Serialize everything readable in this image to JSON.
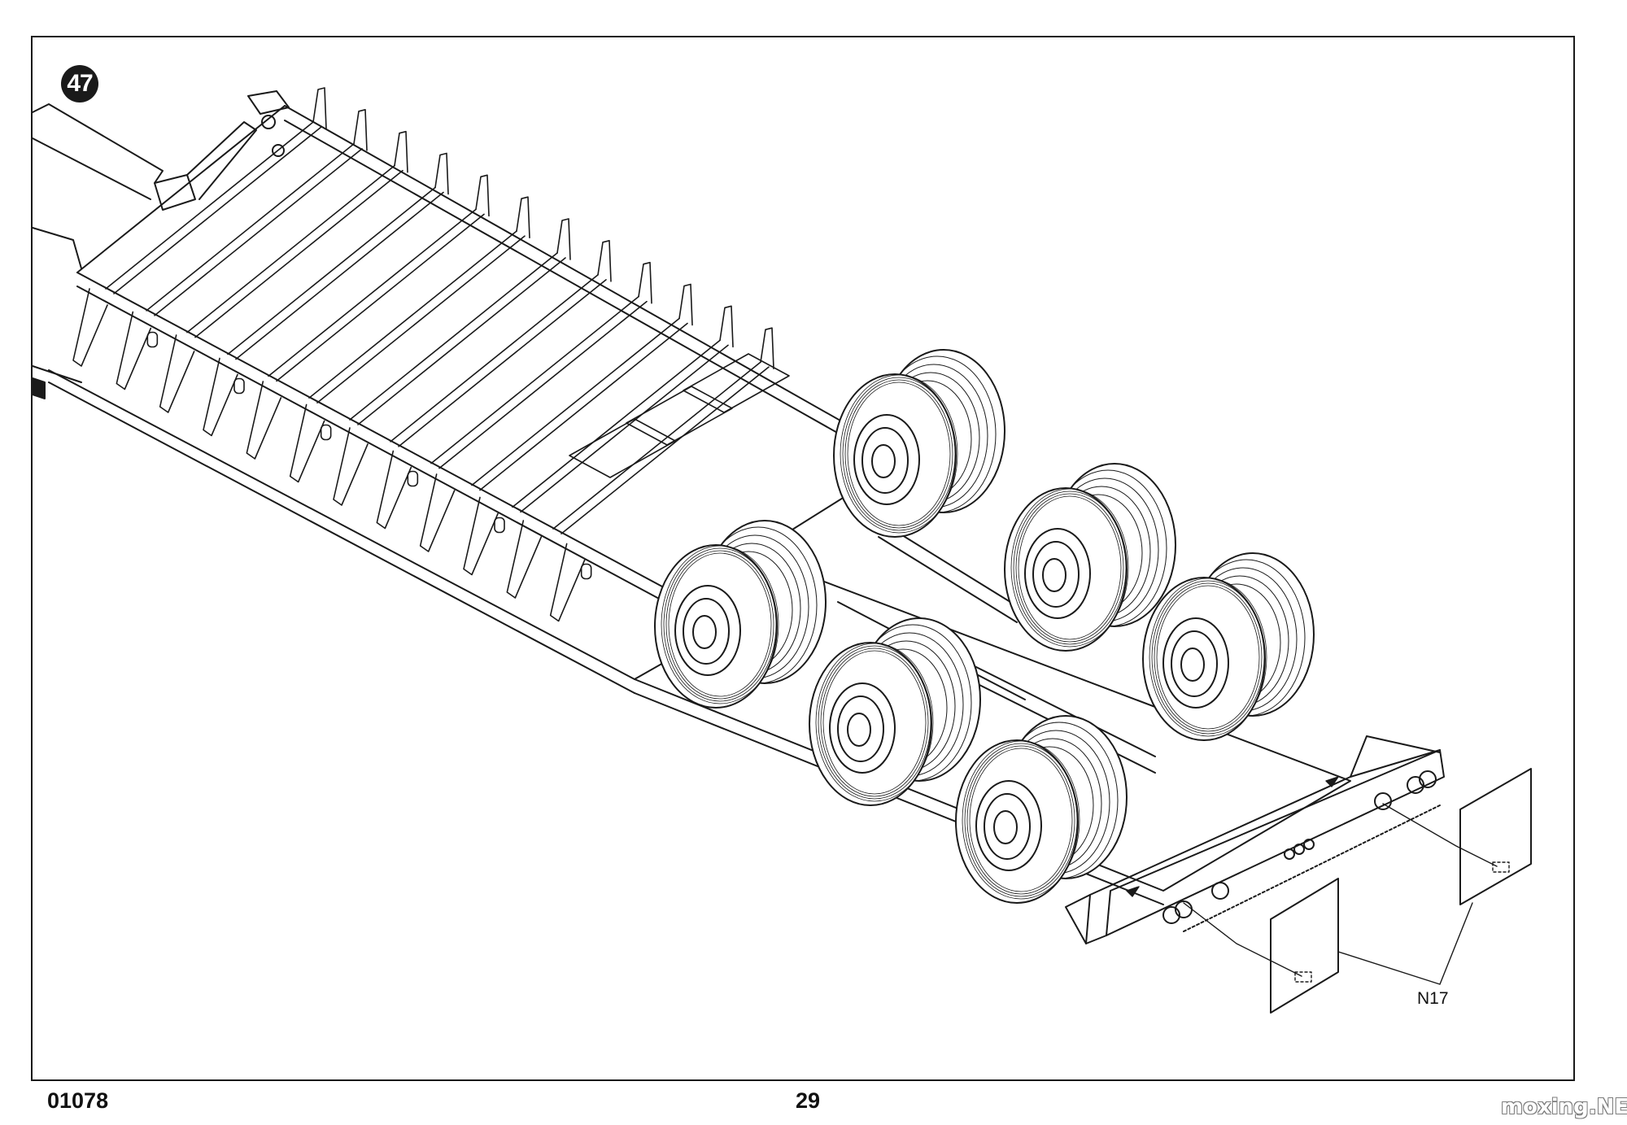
{
  "step": {
    "number": "47"
  },
  "callout": {
    "part_label": "N17"
  },
  "footer": {
    "kit_number": "01078",
    "page_number": "29"
  },
  "watermark": {
    "text": "moxing.NET"
  },
  "colors": {
    "line": "#1a1a1a",
    "background": "#ffffff"
  },
  "icons": {
    "step_badge": "black-circle-number",
    "part": "mudflap-plate",
    "drawing": "lowboy-trailer-isometric-line-art"
  }
}
